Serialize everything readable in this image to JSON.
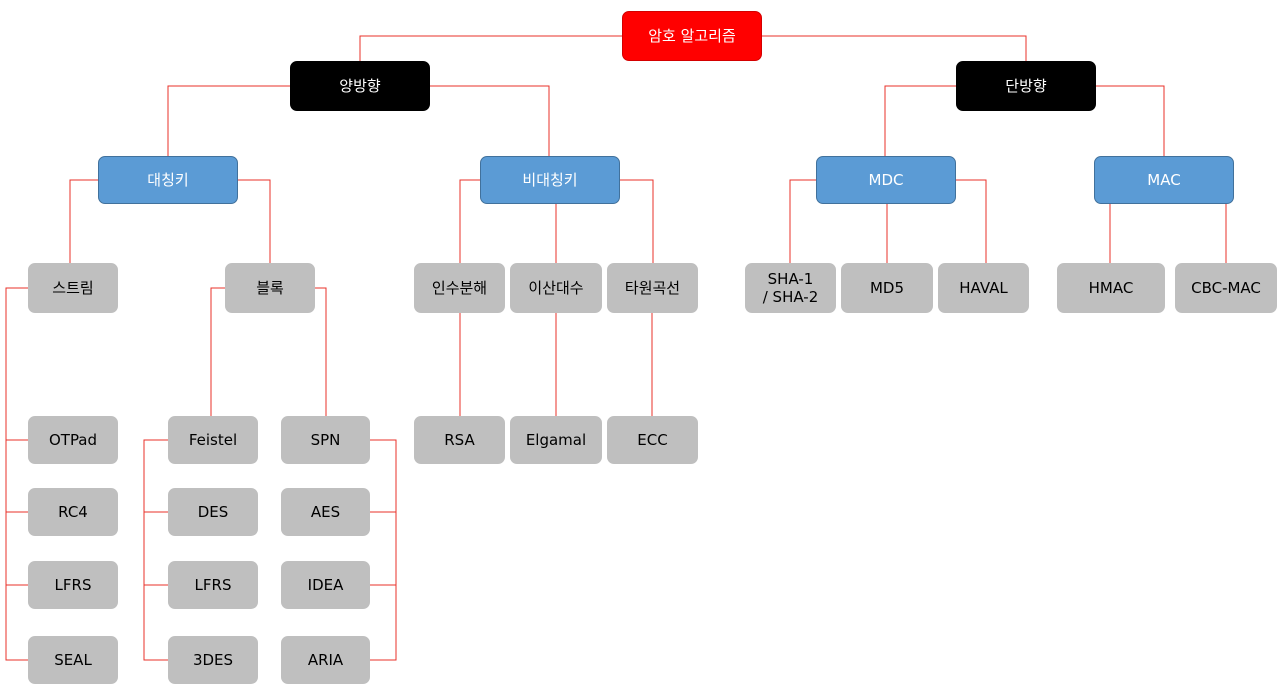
{
  "colors": {
    "root": "#ff0000",
    "direction": "#000000",
    "category": "#5b9bd5",
    "leaf": "#bfbfbf",
    "connector": "#e8302a"
  },
  "nodes": {
    "root": "암호 알고리즘",
    "two_way": "양방향",
    "one_way": "단방향",
    "symmetric": "대칭키",
    "asymmetric": "비대칭키",
    "mdc": "MDC",
    "mac": "MAC",
    "stream": "스트림",
    "block": "블록",
    "factorization": "인수분해",
    "discrete_log": "이산대수",
    "elliptic": "타원곡선",
    "sha": "SHA-1\n/ SHA-2",
    "md5": "MD5",
    "haval": "HAVAL",
    "hmac": "HMAC",
    "cbc_mac": "CBC-MAC",
    "otpad": "OTPad",
    "rc4": "RC4",
    "lfrs_stream": "LFRS",
    "seal": "SEAL",
    "feistel": "Feistel",
    "des": "DES",
    "lfrs_block": "LFRS",
    "des3": "3DES",
    "spn": "SPN",
    "aes": "AES",
    "idea": "IDEA",
    "aria": "ARIA",
    "rsa": "RSA",
    "elgamal": "Elgamal",
    "ecc": "ECC"
  }
}
